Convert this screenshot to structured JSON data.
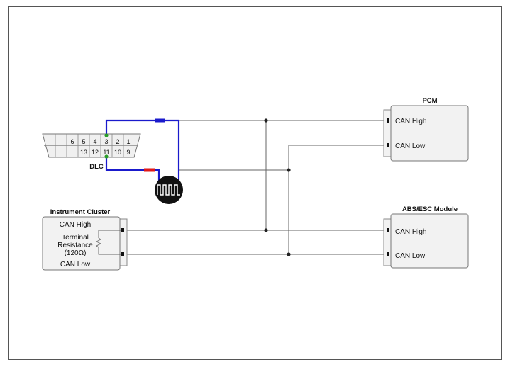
{
  "dlc": {
    "label": "DLC",
    "pins_top": [
      "6",
      "5",
      "4",
      "3",
      "2",
      "1"
    ],
    "pins_bottom": [
      "13",
      "12",
      "11",
      "10",
      "9"
    ]
  },
  "pcm": {
    "title": "PCM",
    "can_high": "CAN High",
    "can_low": "CAN Low"
  },
  "abs": {
    "title": "ABS/ESC Module",
    "can_high": "CAN High",
    "can_low": "CAN Low"
  },
  "cluster": {
    "title": "Instrument Cluster",
    "can_high": "CAN High",
    "can_low": "CAN Low",
    "resistance_lines": [
      "Terminal",
      "Resistance",
      "(120Ω)"
    ]
  },
  "colors": {
    "wire": "#666666",
    "probe_high": "#1a1acc",
    "probe_low": "#1a1acc",
    "probe_marker_high": "#1a1acc",
    "probe_marker_low": "#e01818",
    "contact": "#2a9d2a",
    "module_fill": "#f2f2f2"
  },
  "icons": [
    "oscilloscope-icon",
    "resistor-icon",
    "connector-icon",
    "splice-dot-icon"
  ]
}
